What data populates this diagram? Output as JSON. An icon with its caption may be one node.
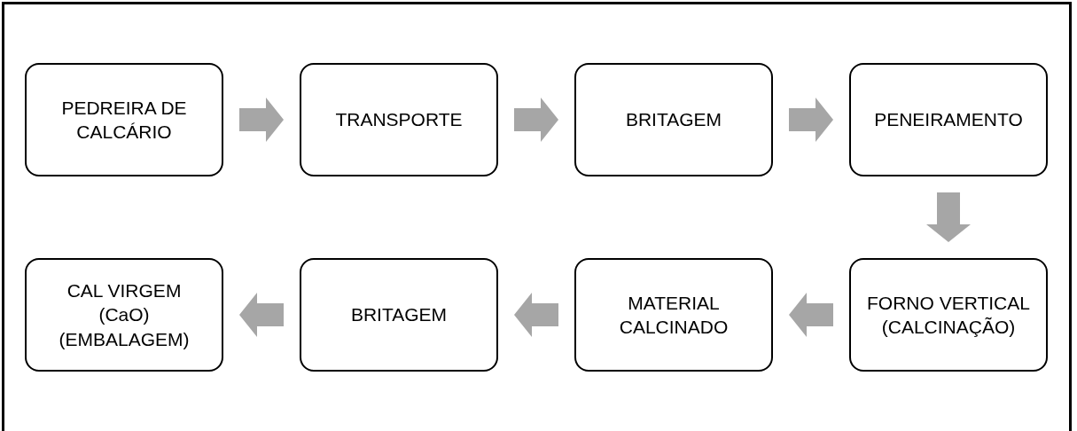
{
  "diagram": {
    "nodes": [
      {
        "text": [
          "PEDREIRA DE CALCÁRIO"
        ]
      },
      {
        "text": [
          "TRANSPORTE"
        ]
      },
      {
        "text": [
          "BRITAGEM"
        ]
      },
      {
        "text": [
          "PENEIRAMENTO"
        ]
      },
      {
        "text": [
          "FORNO VERTICAL (CALCINAÇÃO)"
        ]
      },
      {
        "text": [
          "MATERIAL CALCINADO"
        ]
      },
      {
        "text": [
          "BRITAGEM"
        ]
      },
      {
        "text": [
          "CAL VIRGEM (CaO) (EMBALAGEM)"
        ]
      }
    ],
    "edges": [
      {
        "from": 0,
        "to": 1,
        "arrow": "to"
      },
      {
        "from": 1,
        "to": 2,
        "arrow": "to"
      },
      {
        "from": 2,
        "to": 3,
        "arrow": "to"
      },
      {
        "from": 3,
        "to": 4,
        "arrow": "to"
      },
      {
        "from": 4,
        "to": 5,
        "arrow": "to"
      },
      {
        "from": 5,
        "to": 6,
        "arrow": "to"
      },
      {
        "from": 6,
        "to": 7,
        "arrow": "to"
      }
    ]
  }
}
